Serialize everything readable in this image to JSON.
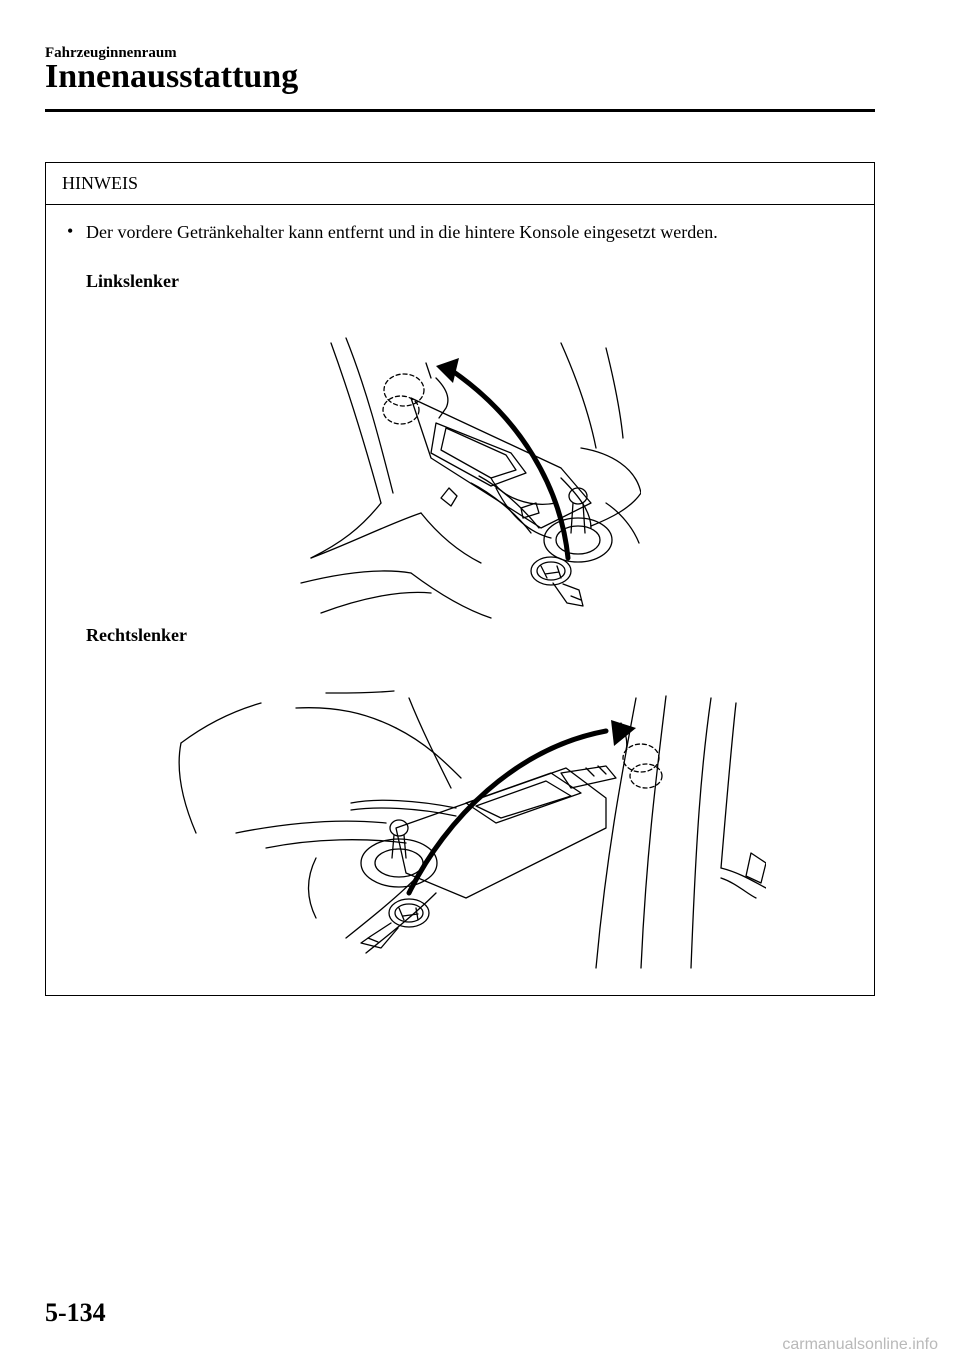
{
  "header": {
    "section": "Fahrzeuginnenraum",
    "title": "Innenausstattung"
  },
  "note": {
    "title": "HINWEIS",
    "bullet_symbol": "•",
    "bullet_text": "Der vordere Getränkehalter kann entfernt und in die hintere Konsole eingesetzt werden.",
    "caption_lhd": "Linkslenker",
    "caption_rhd": "Rechtslenker"
  },
  "illustrations": {
    "lhd": "cup-holder-relocation-left-hand-drive",
    "rhd": "cup-holder-relocation-right-hand-drive"
  },
  "footer": {
    "page_number": "5-134",
    "watermark": "carmanualsonline.info"
  }
}
